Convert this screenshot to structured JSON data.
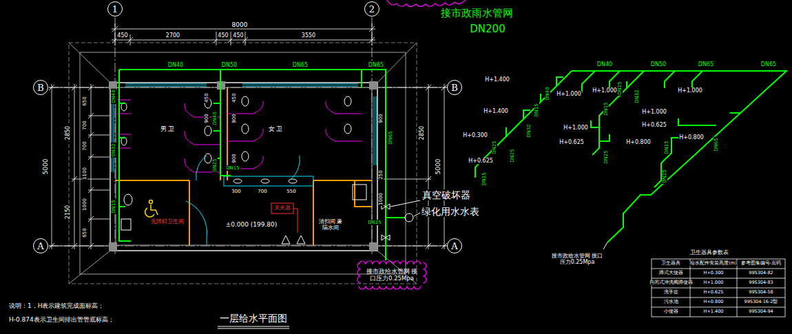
{
  "diagram": {
    "title": "一层给水平面图",
    "nodes": [
      {
        "text": [
          "1"
        ]
      },
      {
        "text": [
          "2"
        ]
      },
      {
        "text": [
          "B"
        ]
      },
      {
        "text": [
          "B"
        ]
      },
      {
        "text": [
          "A"
        ]
      },
      {
        "text": [
          "A"
        ]
      },
      {
        "text": [
          "接市政给水管网 接口压力0.25Mpa"
        ]
      }
    ],
    "labels": [
      "8000",
      "450",
      "2700",
      "450",
      "450",
      "3550",
      "5000",
      "2850",
      "2150",
      "650",
      "700",
      "700",
      "1100",
      "1000",
      "650",
      "2850",
      "5000",
      "450",
      "900",
      "450",
      "900",
      "900",
      "900",
      "250",
      "1000",
      "300",
      "700",
      "550",
      "DN40",
      "DN50",
      "DN65",
      "DN65",
      "DN40",
      "DN32",
      "DN15",
      "DN40",
      "DN25",
      "DN15",
      "DN65",
      "DN25",
      "男 卫",
      "女 卫",
      "无障碍卫生间",
      "灭火器",
      "±0.000 (199.80)",
      "清扫间 兼隔水间",
      "真空破坏器",
      "绿化用水水表",
      "接市政雨水管网",
      "DN200",
      "说明：1，H表示建筑完成面标高；",
      "H-0.874表示卫生间排出管管底标高；",
      "DN40",
      "DN50",
      "DN65",
      "DN65",
      "H+1.400",
      "H+1.000",
      "H+1.000",
      "H+1.000",
      "H+1.400",
      "H+1.000",
      "H+1.000",
      "H+0.625",
      "H+0.800",
      "H+0.300",
      "H+0.625",
      "H+0.625",
      "H+0.800",
      "DN40",
      "DN15",
      "DN32",
      "DN25",
      "DN25",
      "DN15",
      "DN25",
      "DN32",
      "DN15",
      "DN25",
      "DN15",
      "DN25",
      "DN65",
      "接市政给水管网 接口压力0.25Mpa",
      "卫生器具参数表",
      "卫生器具",
      "给水配件安装高度(m)",
      "参考图集编号-页码",
      "蹲式大便器",
      "H+0.300",
      "99S304-82",
      "自闭式冲洗阀蹲便器",
      "H+1.000",
      "99S304-83",
      "洗手盆",
      "H+0.625",
      "99S304-58",
      "污水池",
      "H+0.800",
      "99S304-16-2型",
      "小便器",
      "H+1.400",
      "99S304-94"
    ]
  }
}
